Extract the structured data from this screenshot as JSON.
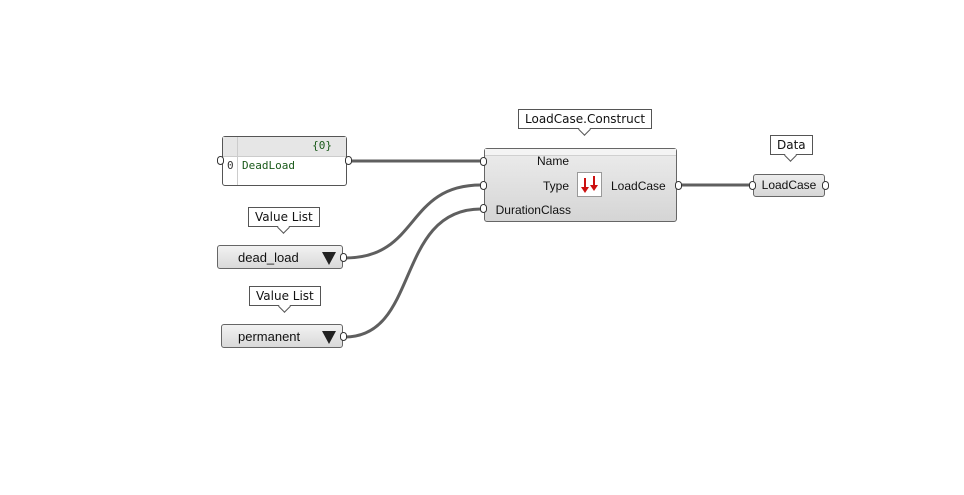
{
  "panel": {
    "path": "{0}",
    "index": "0",
    "value": "DeadLoad"
  },
  "value_lists": [
    {
      "tag": "Value List",
      "selected": "dead_load"
    },
    {
      "tag": "Value List",
      "selected": "permanent"
    }
  ],
  "component": {
    "tag": "LoadCase.Construct",
    "inputs": [
      "Name",
      "Type",
      "DurationClass"
    ],
    "output": "LoadCase",
    "icon": "load-down-arrows-icon"
  },
  "data_param": {
    "tag": "Data",
    "label": "LoadCase"
  },
  "colors": {
    "wire": "#5f5f5f",
    "icon_red": "#cc1111",
    "panel_text": "#1a5a1a"
  }
}
